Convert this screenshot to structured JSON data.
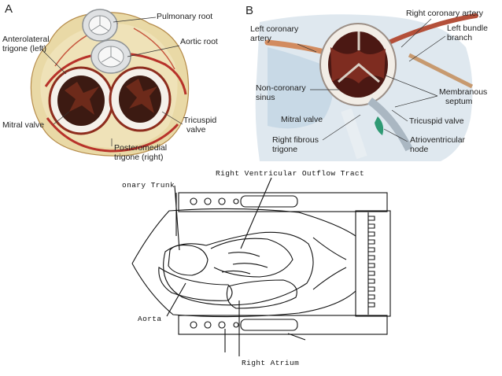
{
  "panel_a": {
    "letter": "A",
    "labels": {
      "pulmonary_root": "Pulmonary root",
      "anterolateral_trigone_1": "Anterolateral",
      "anterolateral_trigone_2": "trigone (left)",
      "aortic_root": "Aortic root",
      "mitral_valve": "Mitral valve",
      "tricuspid_valve_1": "Tricuspid",
      "tricuspid_valve_2": "valve",
      "posteromedial_trigone_1": "Posteromedial",
      "posteromedial_trigone_2": "trigone (right)"
    }
  },
  "panel_b": {
    "letter": "B",
    "labels": {
      "left_coronary_artery_1": "Left coronary",
      "left_coronary_artery_2": "artery",
      "right_coronary_artery": "Right coronary artery",
      "left_bundle_branch_1": "Left bundle",
      "left_bundle_branch_2": "branch",
      "non_coronary_sinus_1": "Non-coronary",
      "non_coronary_sinus_2": "sinus",
      "membranous_septum_1": "Membranous",
      "membranous_septum_2": "septum",
      "mitral_valve": "Mitral valve",
      "tricuspid_valve": "Tricuspid valve",
      "right_fibrous_trigone_1": "Right fibrous",
      "right_fibrous_trigone_2": "trigone",
      "atrioventricular_node_1": "Atrioventricular",
      "atrioventricular_node_2": "node"
    }
  },
  "panel_c": {
    "labels": {
      "rvot": "Right Ventricular Outflow Tract",
      "pulmonary_trunk": "onary Trunk",
      "aorta": "Aorta",
      "right_atrium": "Right Atrium"
    }
  }
}
